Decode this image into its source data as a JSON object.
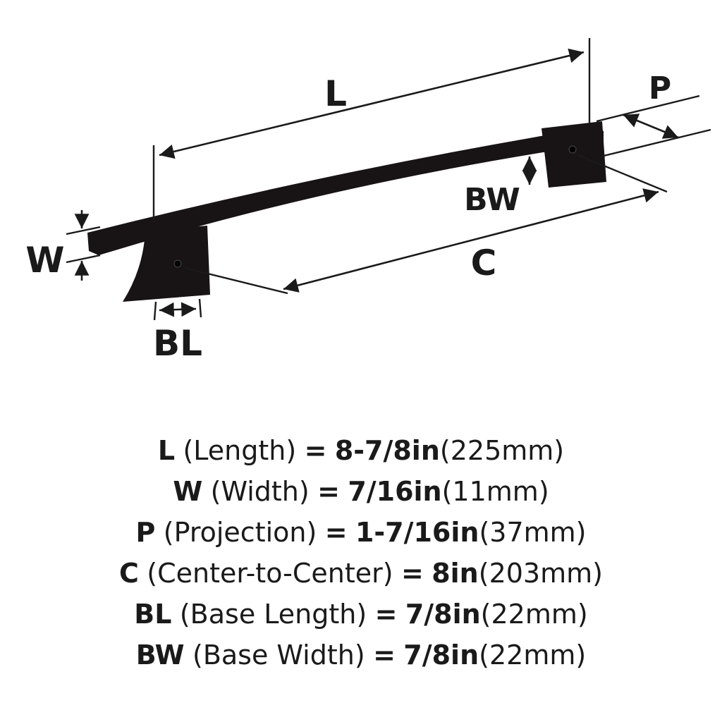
{
  "diagram": {
    "colors": {
      "handle": "#181314",
      "hole": "#000000",
      "lines": "#1a1a1a"
    },
    "dim_labels": {
      "L": "L",
      "P": "P",
      "BW": "BW",
      "C": "C",
      "W": "W",
      "BL": "BL"
    }
  },
  "specs": [
    {
      "label": "L",
      "desc": "(Length)",
      "eq": "=",
      "value": "8-7/8in",
      "metric": "(225mm)"
    },
    {
      "label": "W",
      "desc": "(Width)",
      "eq": "=",
      "value": "7/16in",
      "metric": "(11mm)"
    },
    {
      "label": "P",
      "desc": "(Projection)",
      "eq": "=",
      "value": "1-7/16in",
      "metric": "(37mm)"
    },
    {
      "label": "C",
      "desc": "(Center-to-Center)",
      "eq": "=",
      "value": "8in",
      "metric": "(203mm)"
    },
    {
      "label": "BL",
      "desc": "(Base Length)",
      "eq": "=",
      "value": "7/8in",
      "metric": "(22mm)"
    },
    {
      "label": "BW",
      "desc": "(Base Width)",
      "eq": "=",
      "value": "7/8in",
      "metric": "(22mm)"
    }
  ]
}
